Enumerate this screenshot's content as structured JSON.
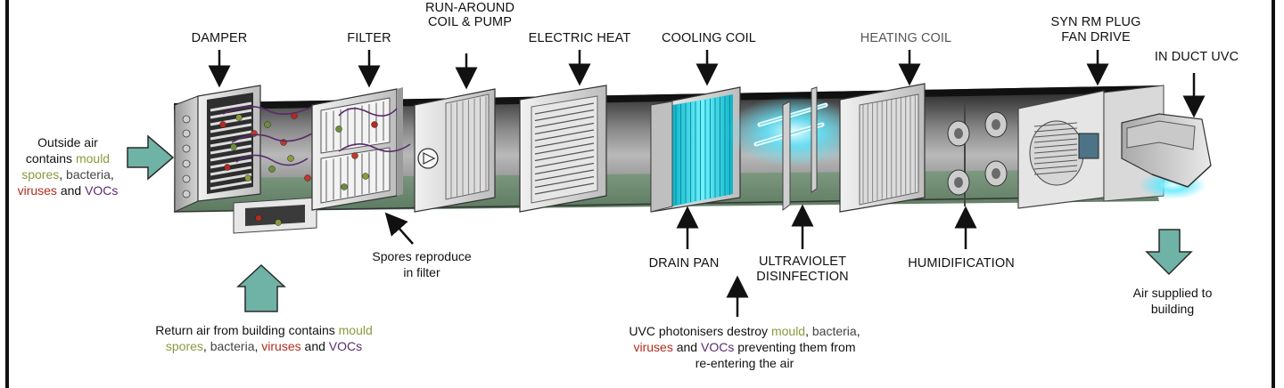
{
  "colors": {
    "mould": "#8a9a3c",
    "bacteria": "#444444",
    "viruses": "#b52a1e",
    "vocs": "#5a2a6c",
    "uv_glow": "#5fe8ff",
    "arrow_fill": "#6fb3a6"
  },
  "labels": {
    "damper": "DAMPER",
    "filter": "FILTER",
    "runaround_1": "RUN-AROUND",
    "runaround_2": "COIL & PUMP",
    "electric_heat": "ELECTRIC HEAT",
    "cooling_coil": "COOLING COIL",
    "heating_coil": "HEATING COIL",
    "fan_1": "SYN RM PLUG",
    "fan_2": "FAN DRIVE",
    "in_duct_uvc": "IN DUCT UVC",
    "drain_pan": "DRAIN PAN",
    "uv_1": "ULTRAVIOLET",
    "uv_2": "DISINFECTION",
    "humidification": "HUMIDIFICATION"
  },
  "outside_air": {
    "line1": "Outside air",
    "line2a": "contains ",
    "mould": "mould",
    "spores": "spores",
    "sep1": ", ",
    "bacteria": "bacteria",
    "sep2": ",",
    "viruses": "viruses",
    "and": " and ",
    "vocs": "VOCs"
  },
  "spores_note": {
    "line1": "Spores reproduce",
    "line2": "in filter"
  },
  "return_air": {
    "part1": "Return air from building contains ",
    "mould": "mould",
    "spores": "spores",
    "sep1": ", ",
    "bacteria": "bacteria",
    "sep2": ", ",
    "viruses": "viruses",
    "and": " and ",
    "vocs": "VOCs"
  },
  "uvc_note": {
    "part1": "UVC photonisers destroy ",
    "mould": "mould",
    "sep1": ", ",
    "bacteria": "bacteria",
    "sep2": ",",
    "viruses": "viruses",
    "and": " and ",
    "vocs": "VOCs",
    "part2": " preventing them from",
    "line3": "re-entering the air"
  },
  "supply_air": {
    "line1": "Air supplied to",
    "line2": "building"
  }
}
